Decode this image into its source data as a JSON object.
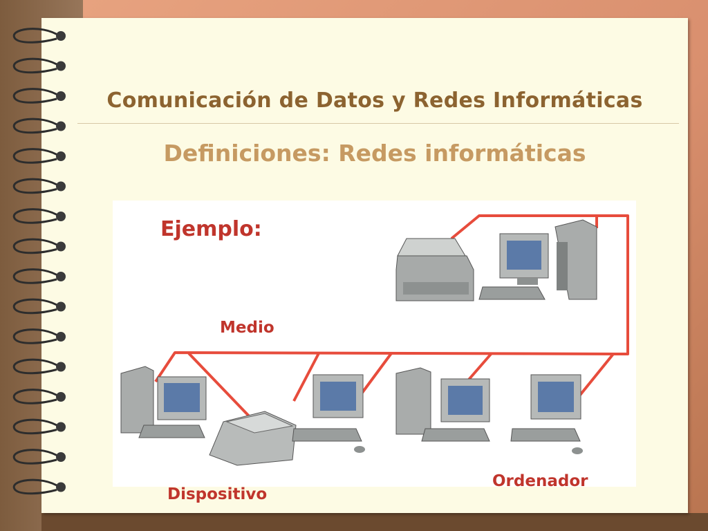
{
  "slide": {
    "title": "Comunicación de Datos y Redes Informáticas",
    "subtitle": "Definiciones: Redes informáticas"
  },
  "diagram": {
    "example_label": "Ejemplo:",
    "medium_label": "Medio",
    "device_label": "Dispositivo",
    "computer_label": "Ordenador",
    "cable_color": "#e74c3c"
  }
}
